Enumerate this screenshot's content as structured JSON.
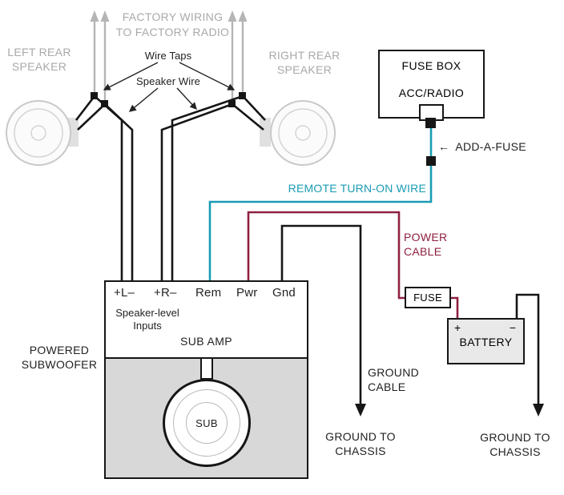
{
  "colors": {
    "remote_wire_teal": "#1a9cb4",
    "power_cable_maroon": "#8e2040",
    "factory_gray": "#a9a9a9",
    "wire_black": "#161616",
    "subwoofer_body_gray": "#d8d8d8"
  },
  "factory": {
    "line1": "FACTORY WIRING",
    "line2": "TO FACTORY RADIO"
  },
  "left_speaker": {
    "line1": "LEFT REAR",
    "line2": "SPEAKER"
  },
  "right_speaker": {
    "line1": "RIGHT REAR",
    "line2": "SPEAKER"
  },
  "callouts": {
    "wire_taps": "Wire Taps",
    "speaker_wire": "Speaker Wire"
  },
  "fuse_box": {
    "title": "FUSE BOX",
    "slot": "ACC/RADIO"
  },
  "add_a_fuse": {
    "arrow": "←",
    "label": "ADD-A-FUSE"
  },
  "remote_wire_label": "REMOTE TURN-ON WIRE",
  "power_cable": {
    "line1": "POWER",
    "line2": "CABLE"
  },
  "inline_fuse": {
    "label": "FUSE"
  },
  "battery": {
    "plus": "+",
    "minus": "−",
    "label": "BATTERY"
  },
  "amp": {
    "terminal_l": "+L–",
    "terminal_r": "+R–",
    "terminal_rem": "Rem",
    "terminal_pwr": "Pwr",
    "terminal_gnd": "Gnd",
    "inputs_line1": "Speaker-level",
    "inputs_line2": "Inputs",
    "title": "SUB AMP",
    "sub_label": "SUB"
  },
  "powered_subwoofer": {
    "line1": "POWERED",
    "line2": "SUBWOOFER"
  },
  "ground_cable": {
    "line1": "GROUND",
    "line2": "CABLE"
  },
  "ground_chassis_left": {
    "line1": "GROUND TO",
    "line2": "CHASSIS"
  },
  "ground_chassis_right": {
    "line1": "GROUND TO",
    "line2": "CHASSIS"
  }
}
